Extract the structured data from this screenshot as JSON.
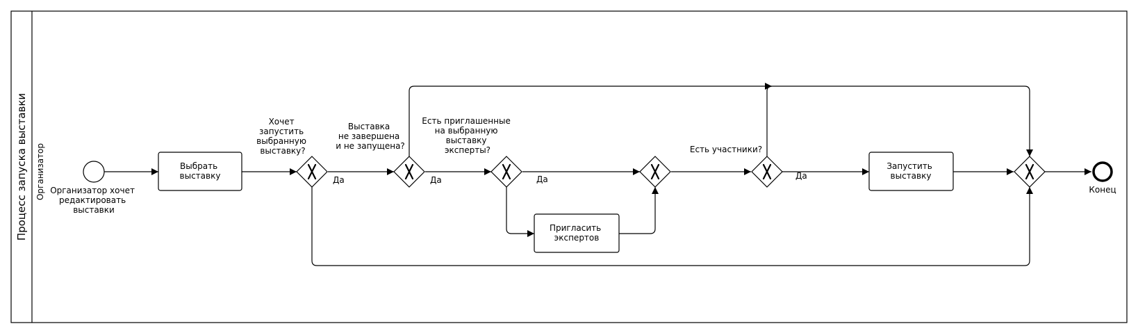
{
  "pool": {
    "title": "Процесс запуска выставки"
  },
  "lane": {
    "title": "Организатор"
  },
  "start_event": {
    "label_lines": [
      "Организатор хочет",
      "редактировать",
      "выставки"
    ]
  },
  "end_event": {
    "label_lines": [
      "Конец"
    ]
  },
  "tasks": {
    "select": {
      "lines": [
        "Выбрать",
        "выставку"
      ]
    },
    "invite": {
      "lines": [
        "Пригласить",
        "экспертов"
      ]
    },
    "launch": {
      "lines": [
        "Запустить",
        "выставку"
      ]
    }
  },
  "gateways": {
    "g1": {
      "label_lines": [
        "Хочет",
        "запустить",
        "выбранную",
        "выставку?"
      ]
    },
    "g2": {
      "label_lines": [
        "Выставка",
        "не завершена",
        "и не запущена?"
      ]
    },
    "g3": {
      "label_lines": [
        "Есть приглашенные",
        "на выбранную",
        "выставку",
        "эксперты?"
      ]
    },
    "g5": {
      "label_lines": [
        "Есть участники?"
      ]
    }
  },
  "flow_labels": {
    "g1_yes": "Да",
    "g2_yes": "Да",
    "g3_yes": "Да",
    "g5_yes": "Да"
  },
  "colors": {
    "stroke": "#000000",
    "background": "#ffffff"
  }
}
